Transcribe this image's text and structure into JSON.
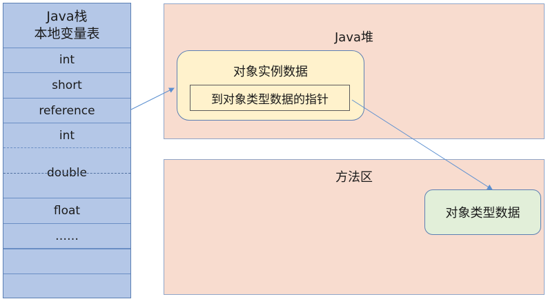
{
  "stack": {
    "title_line1": "Java栈",
    "title_line2": "本地变量表",
    "slots": [
      {
        "label": "int"
      },
      {
        "label": "short"
      },
      {
        "label": "reference"
      },
      {
        "label": "int"
      },
      {
        "label": "double"
      },
      {
        "label": "float"
      },
      {
        "label": "……"
      },
      {
        "label": ""
      },
      {
        "label": ""
      }
    ]
  },
  "heap": {
    "title": "Java堆",
    "object": {
      "title": "对象实例数据",
      "pointer": "到对象类型数据的指针"
    }
  },
  "method_area": {
    "title": "方法区",
    "type_data": "对象类型数据"
  },
  "colors": {
    "stack_fill": "#b4c7e7",
    "panel_fill": "#f8dccf",
    "object_fill": "#fff2cc",
    "type_fill": "#e2efd9",
    "arrow": "#5b8fd0"
  }
}
